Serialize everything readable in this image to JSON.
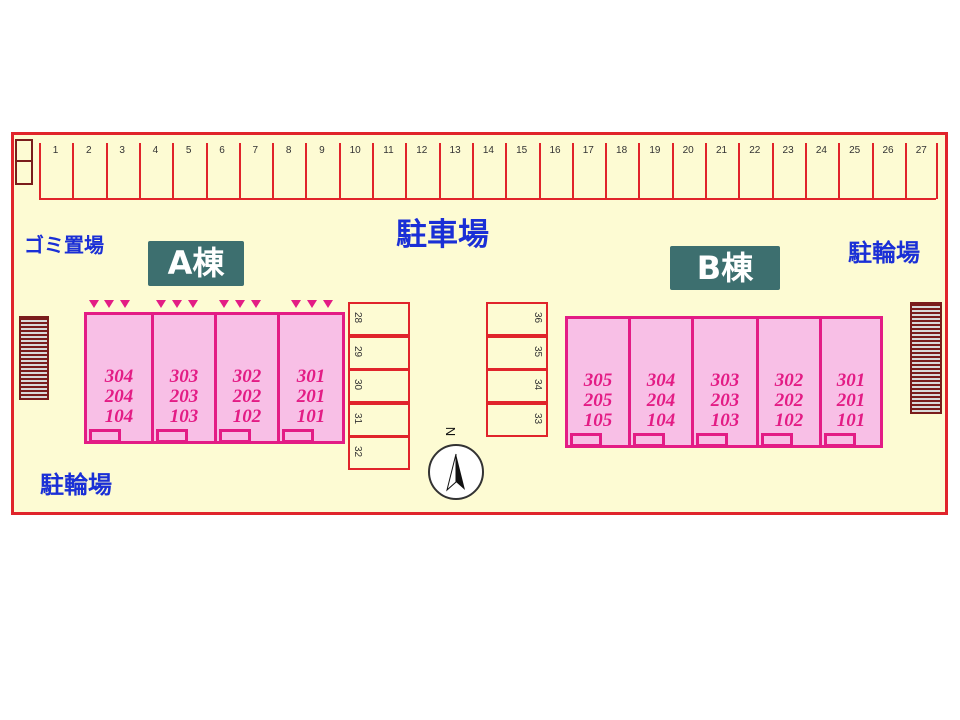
{
  "labels": {
    "parking": "駐車場",
    "garbage": "ゴミ置場",
    "bike_left": "駐輪場",
    "bike_right": "駐輪場",
    "building_a": "A棟",
    "building_b": "B棟",
    "compass": "N"
  },
  "parking_top": [
    "1",
    "2",
    "3",
    "4",
    "5",
    "6",
    "7",
    "8",
    "9",
    "10",
    "11",
    "12",
    "13",
    "14",
    "15",
    "16",
    "17",
    "18",
    "19",
    "20",
    "21",
    "22",
    "23",
    "24",
    "25",
    "26",
    "27"
  ],
  "parking_left_column": [
    "28",
    "29",
    "30",
    "31",
    "32"
  ],
  "parking_right_column": [
    "36",
    "35",
    "34",
    "33"
  ],
  "building_a_units": [
    {
      "top": "304",
      "mid": "204",
      "bottom": "104"
    },
    {
      "top": "303",
      "mid": "203",
      "bottom": "103"
    },
    {
      "top": "302",
      "mid": "202",
      "bottom": "102"
    },
    {
      "top": "301",
      "mid": "201",
      "bottom": "101"
    }
  ],
  "building_b_units": [
    {
      "top": "305",
      "mid": "205",
      "bottom": "105"
    },
    {
      "top": "304",
      "mid": "204",
      "bottom": "104"
    },
    {
      "top": "303",
      "mid": "203",
      "bottom": "103"
    },
    {
      "top": "302",
      "mid": "202",
      "bottom": "102"
    },
    {
      "top": "301",
      "mid": "201",
      "bottom": "101"
    }
  ],
  "colors": {
    "site_fill": "#fdfbd3",
    "border_red": "#e0242b",
    "unit_pink": "#f8bfe6",
    "unit_magenta": "#e31c85",
    "label_blue": "#1a2fd6",
    "badge_teal": "#3d6f6f"
  }
}
